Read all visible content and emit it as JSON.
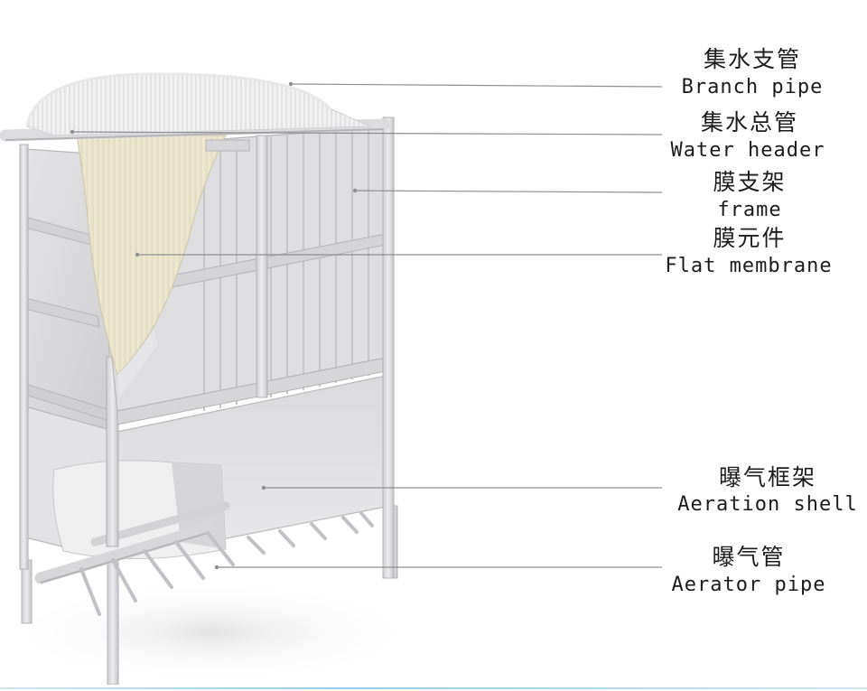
{
  "labels": [
    {
      "zh": "集水支管",
      "en": "Branch pipe"
    },
    {
      "zh": "集水总管",
      "en": "Water header"
    },
    {
      "zh": "膜支架",
      "en": "frame"
    },
    {
      "zh": "膜元件",
      "en": "Flat membrane"
    },
    {
      "zh": "曝气框架",
      "en": "Aeration shell"
    },
    {
      "zh": "曝气管",
      "en": "Aerator pipe"
    }
  ],
  "colors": {
    "steel_light": "#e9e9ea",
    "steel_mid": "#d3d3d5",
    "steel_dark": "#a9a9ad",
    "membrane": "#f6f2e2",
    "leader_line": "#8f8f8f",
    "text": "#1c1c1c"
  }
}
